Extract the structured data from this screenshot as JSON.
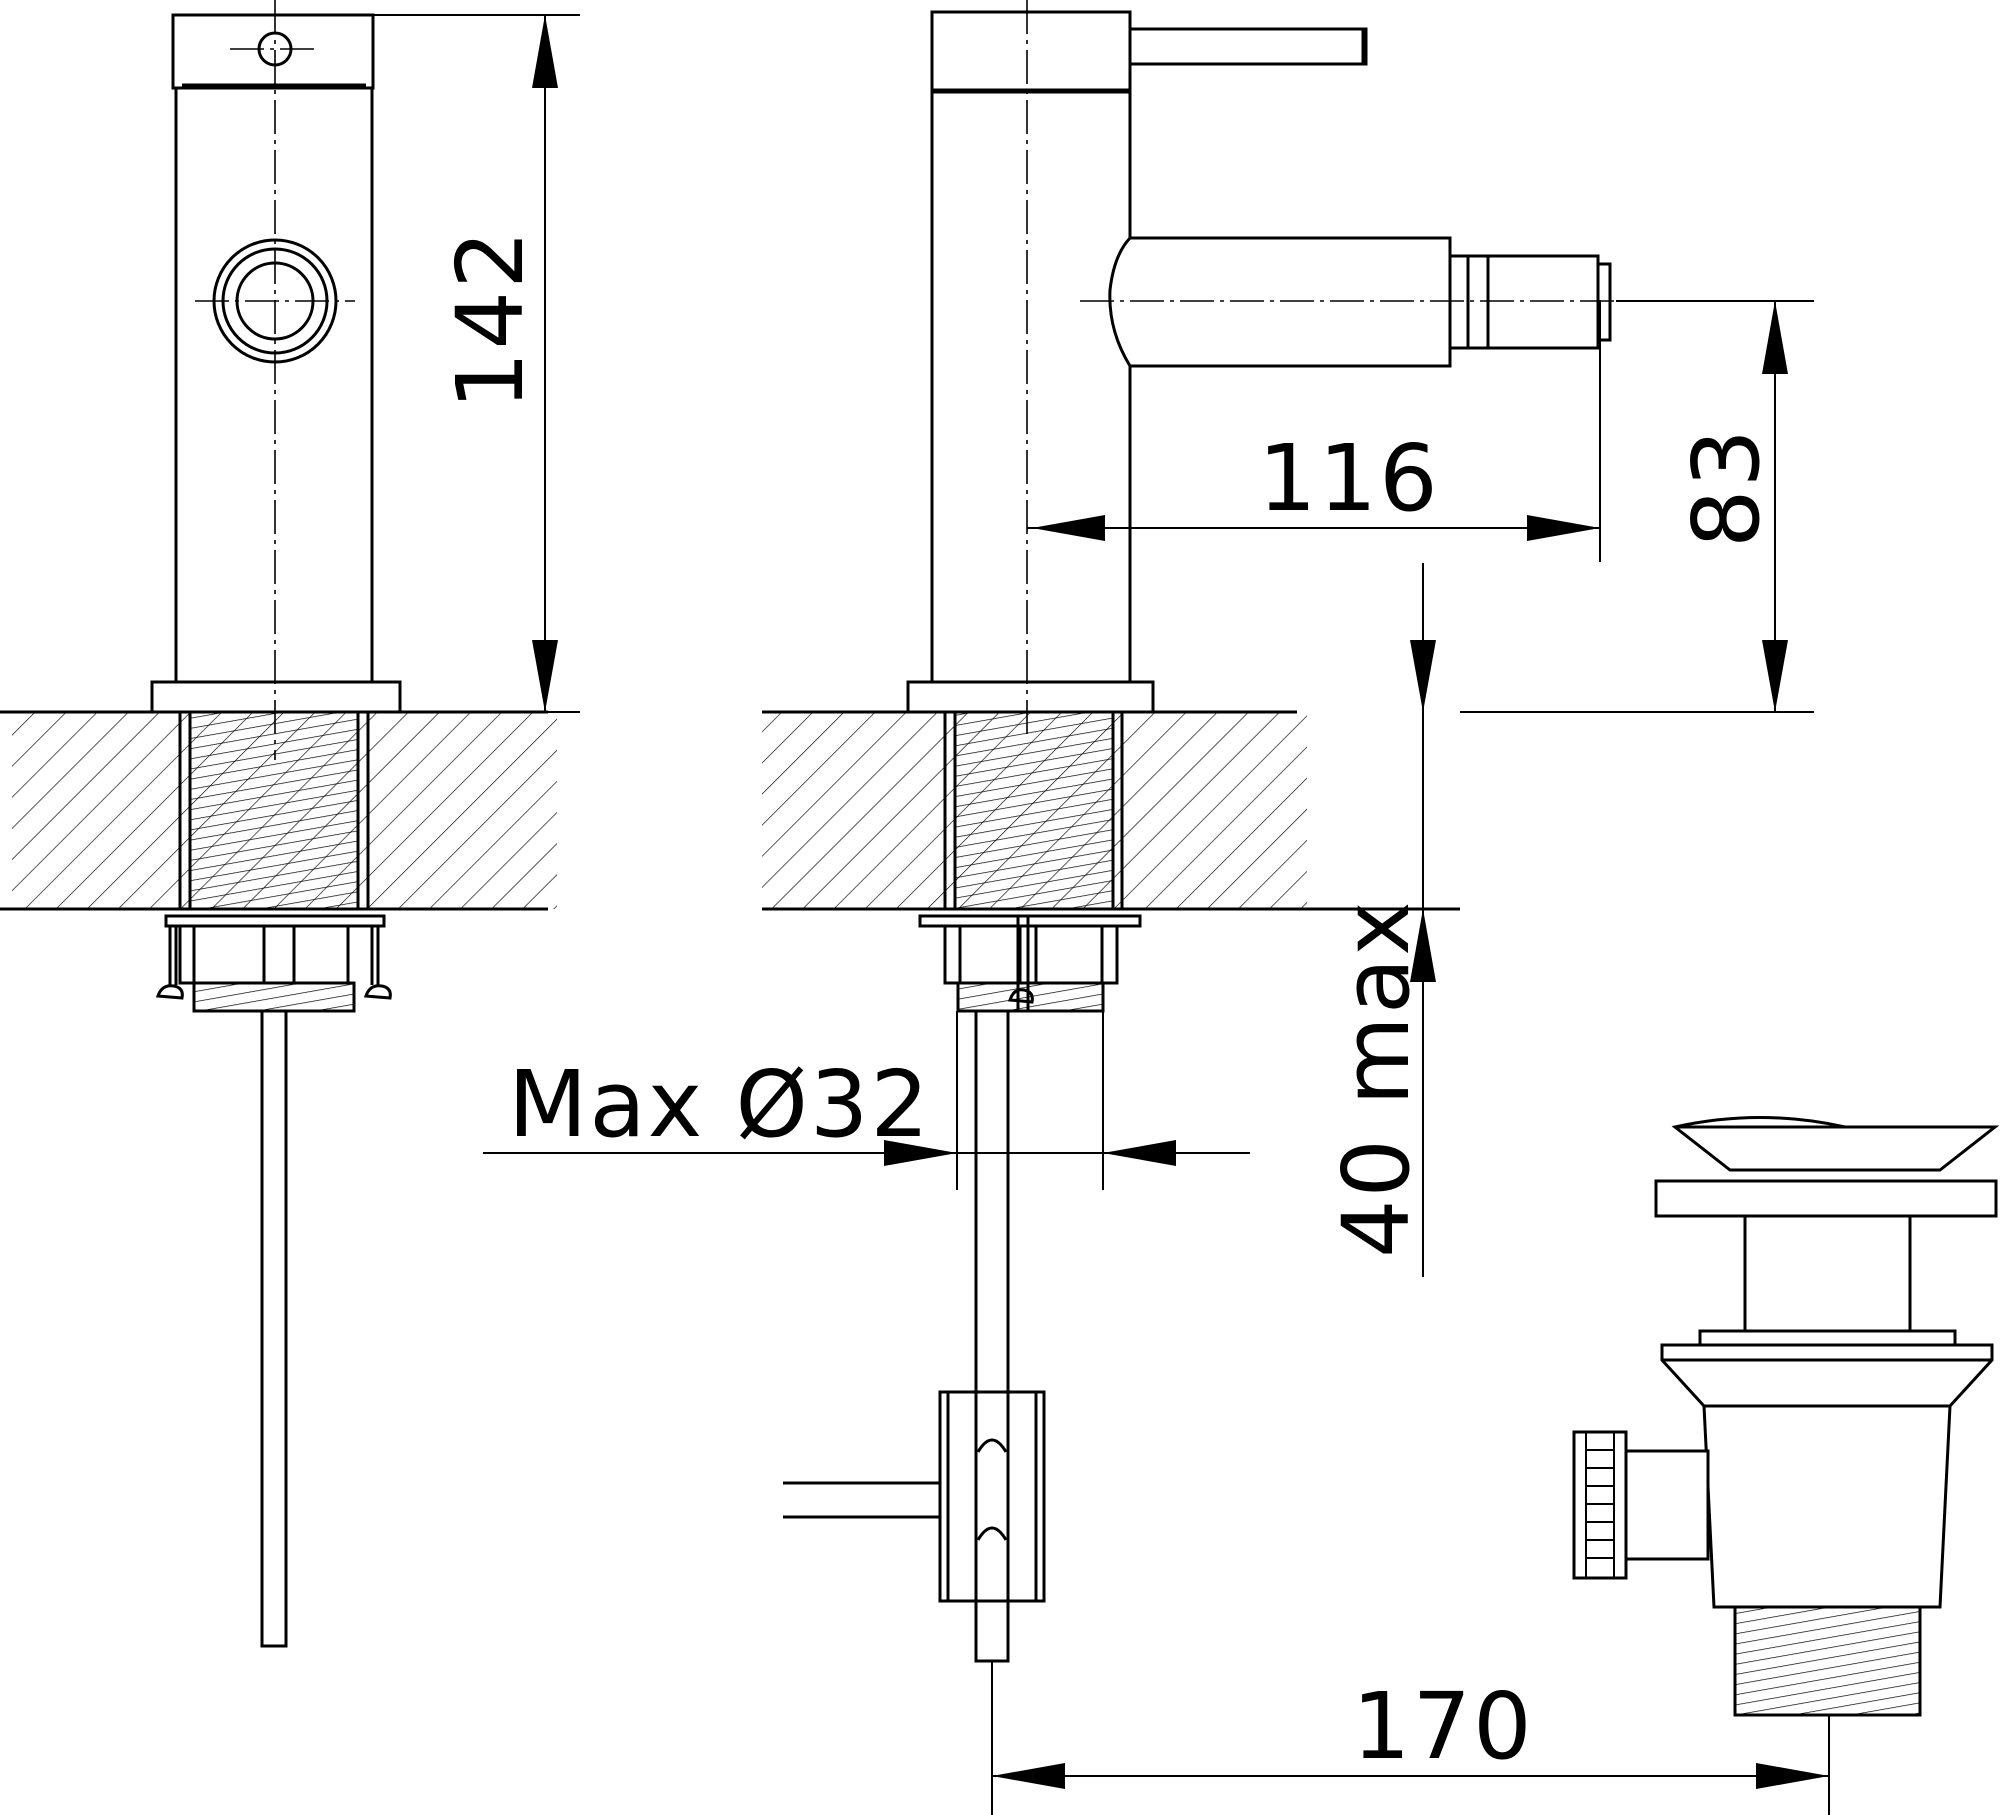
{
  "dimensions": {
    "total_height": "142",
    "spout_reach": "116",
    "spout_height": "83",
    "max_thickness": "40 max",
    "max_hole": "Max Ø32",
    "waste_distance": "170"
  }
}
